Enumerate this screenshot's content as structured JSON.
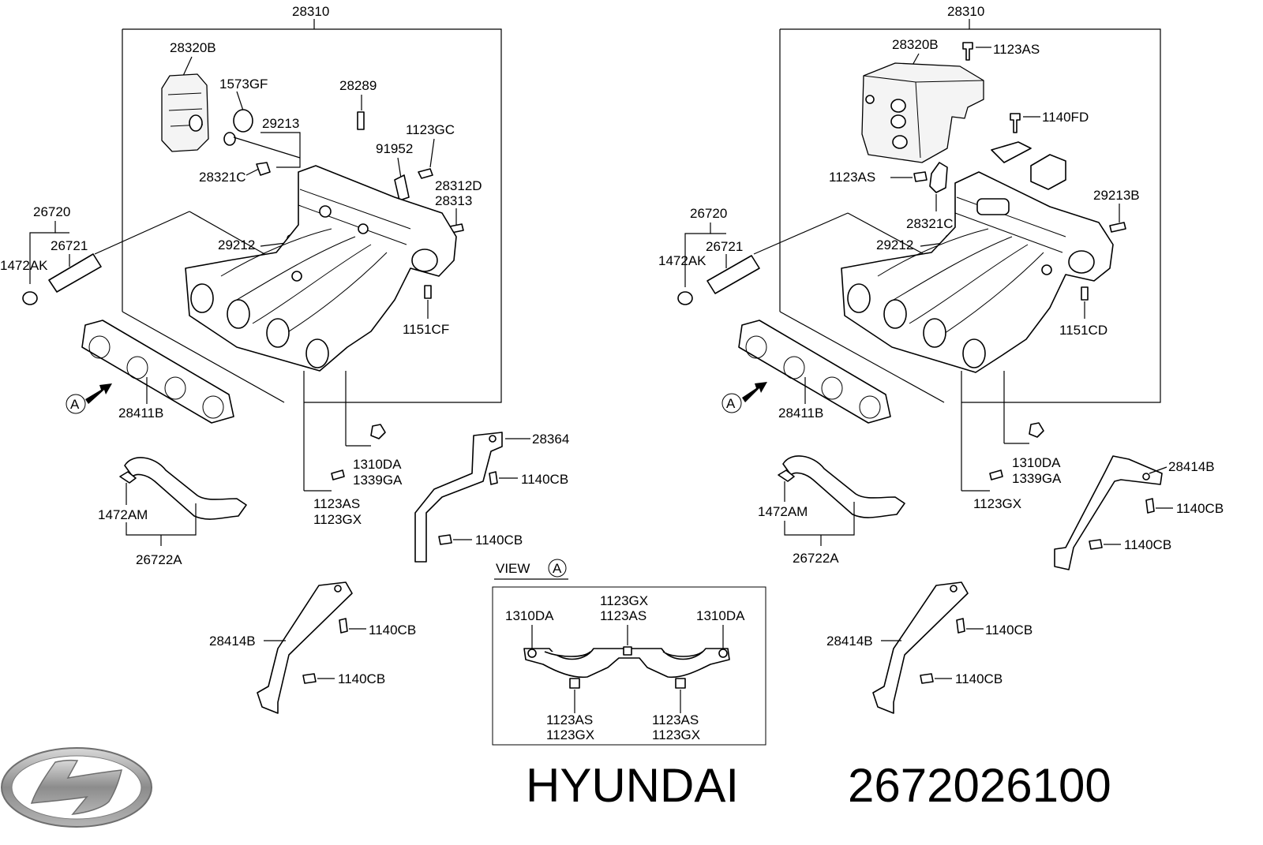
{
  "left": {
    "top_label": "28310",
    "labels": {
      "cover": "28320B",
      "plug_1573": "1573GF",
      "stud_28289": "28289",
      "p29213": "29213",
      "p1123GC": "1123GC",
      "p91952": "91952",
      "p28321C": "28321C",
      "p28312D": "28312D",
      "p28313": "28313",
      "p26720": "26720",
      "p26721": "26721",
      "p1472AK": "1472AK",
      "p29212": "29212",
      "p1151CF": "1151CF",
      "gasket": "28411B",
      "view_mark": "A",
      "p28364": "28364",
      "p1310DA": "1310DA",
      "p1339GA": "1339GA",
      "p1140CB_a": "1140CB",
      "p1123AS": "1123AS",
      "p1123GX": "1123GX",
      "p1472AM": "1472AM",
      "p1140CB_b": "1140CB",
      "p26722A": "26722A",
      "p28414B": "28414B",
      "p1140CB_c": "1140CB",
      "p1140CB_d": "1140CB"
    }
  },
  "right": {
    "top_label": "28310",
    "labels": {
      "cover": "28320B",
      "p1123AS_top": "1123AS",
      "p1140FD": "1140FD",
      "p1123AS_mid": "1123AS",
      "p28321C": "28321C",
      "p29213B": "29213B",
      "p26720": "26720",
      "p26721": "26721",
      "p1472AK": "1472AK",
      "p29212": "29212",
      "p1151CD": "1151CD",
      "gasket": "28411B",
      "view_mark": "A",
      "p1310DA": "1310DA",
      "p1339GA": "1339GA",
      "p1123GX": "1123GX",
      "p28414B_top": "28414B",
      "p1140CB_a": "1140CB",
      "p1140CB_b": "1140CB",
      "p1472AM": "1472AM",
      "p26722A": "26722A",
      "p28414B": "28414B",
      "p1140CB_c": "1140CB",
      "p1140CB_d": "1140CB"
    }
  },
  "view_box": {
    "title": "VIEW",
    "mark": "A",
    "p1123GX_top": "1123GX",
    "p1123AS_top": "1123AS",
    "p1310DA_left": "1310DA",
    "p1310DA_right": "1310DA",
    "p1123AS_bl": "1123AS",
    "p1123GX_bl": "1123GX",
    "p1123AS_br": "1123AS",
    "p1123GX_br": "1123GX"
  },
  "brand": {
    "name": "HYUNDAI",
    "part_number": "2672026100",
    "logo_icon": "hyundai-logo-icon"
  }
}
